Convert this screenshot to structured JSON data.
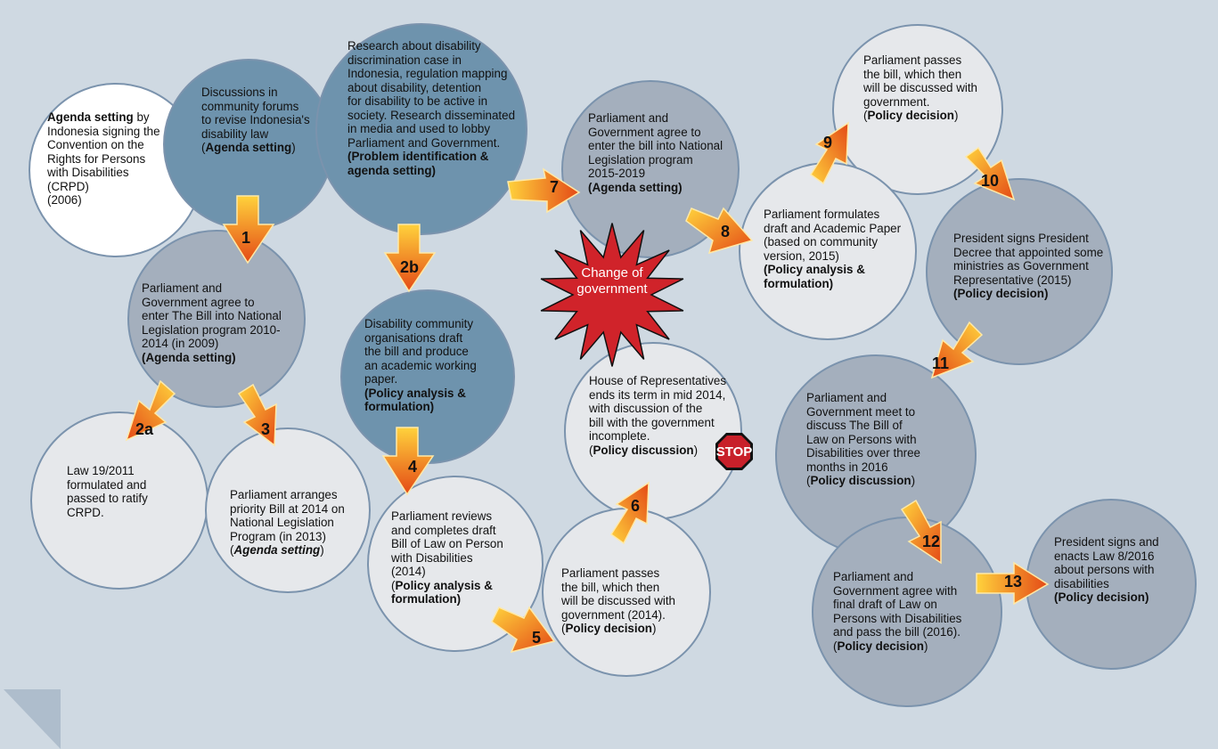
{
  "nodes": {
    "n_agenda": {
      "text": "by\nIndonesia signing the\nConvention on the\nRights for Persons\nwith Disabilities\n(CRPD)\n(2006)",
      "lead": "Agenda setting"
    },
    "n_forums": {
      "text": "Discussions in\ncommunity forums\nto revise Indonesia's\ndisability law\n(",
      "tag": "Agenda setting",
      "tail": ")"
    },
    "n_research": {
      "text": "Research about disability\ndiscrimination case in\nIndonesia, regulation mapping\nabout disability, detention\nfor disability to be active in\nsociety. Research disseminated\nin media and used to lobby\nParliament and Government.",
      "tag": "(Problem identification &\nagenda setting)"
    },
    "n_prolegnas_2015": {
      "text": "Parliament and\nGovernment agree to\nenter the bill into National\nLegislation program\n2015-2019",
      "tag": "(Agenda setting)"
    },
    "n_passes_9": {
      "text": "Parliament passes\nthe bill, which then\nwill be discussed with\ngovernment.\n(",
      "tag": "Policy decision",
      "tail": ")"
    },
    "n_prolegnas_2010": {
      "text": "Parliament and\nGovernment agree to\nenter The Bill into National\nLegislation program 2010-\n2014 (in 2009)",
      "tag": "(Agenda setting)"
    },
    "n_community_draft": {
      "text": "Disability community\norganisations draft\nthe bill and produce\nan academic working\npaper.",
      "tag": "(Policy analysis &\nformulation)"
    },
    "n_academic_paper": {
      "text": "Parliament formulates\ndraft and Academic Paper\n(based on community\nversion, 2015)",
      "tag": "(Policy analysis &\nformulation)"
    },
    "n_decree": {
      "text": "President signs President\nDecree that appointed some\nministries as Government\nRepresentative (2015)",
      "tag": "(Policy decision)"
    },
    "n_law_19": {
      "text": "Law 19/2011\nformulated and\npassed to ratify\nCRPD."
    },
    "n_priority": {
      "text": "Parliament arranges\npriority Bill at 2014 on\nNational Legislation\nProgram (in 2013)\n(",
      "tag": "Agenda setting",
      "tail": ")"
    },
    "n_reviews": {
      "text": "Parliament reviews\nand completes draft\nBill of Law on Person\nwith Disabilities\n(2014)\n(",
      "tag": "Policy analysis &\nformulation)"
    },
    "n_passes_5": {
      "text": "Parliament passes\nthe bill, which then\nwill be discussed with\ngovernment (2014).\n(",
      "tag": "Policy decision",
      "tail": ")"
    },
    "n_house_term": {
      "text": "House of Representatives\nends its term in mid 2014,\nwith discussion of the\nbill with the government\nincomplete.\n(",
      "tag": "Policy discussion",
      "tail": ")"
    },
    "n_discuss_2016": {
      "text": "Parliament and\nGovernment meet to\ndiscuss The Bill of\nLaw on Persons with\nDisabilities over three\nmonths in 2016\n(",
      "tag": "Policy discussion",
      "tail": ")"
    },
    "n_final_draft": {
      "text": "Parliament and\nGovernment agree with\nfinal draft of Law on\nPersons with Disabilities\nand pass the bill (2016).\n(",
      "tag": "Policy decision",
      "tail": ")"
    },
    "n_enacts": {
      "text": "President signs and\nenacts Law 8/2016\nabout persons with\ndisabilities",
      "tag": "(Policy decision)"
    }
  },
  "steps": [
    "1",
    "2a",
    "2b",
    "3",
    "4",
    "5",
    "6",
    "7",
    "8",
    "9",
    "10",
    "11",
    "12",
    "13"
  ],
  "change_of_government": "Change of\ngovernment",
  "stop_sign": "STOP",
  "colors": {
    "background": "#cfd9e2",
    "circle_border": "#7b93ad",
    "white": "#ffffff",
    "light": "#e6e8eb",
    "mid": "#a4afbd",
    "dark": "#6e93ad",
    "star": "#d0232a",
    "arrow_light": "#ffd23c",
    "arrow_dark": "#e44a16"
  }
}
